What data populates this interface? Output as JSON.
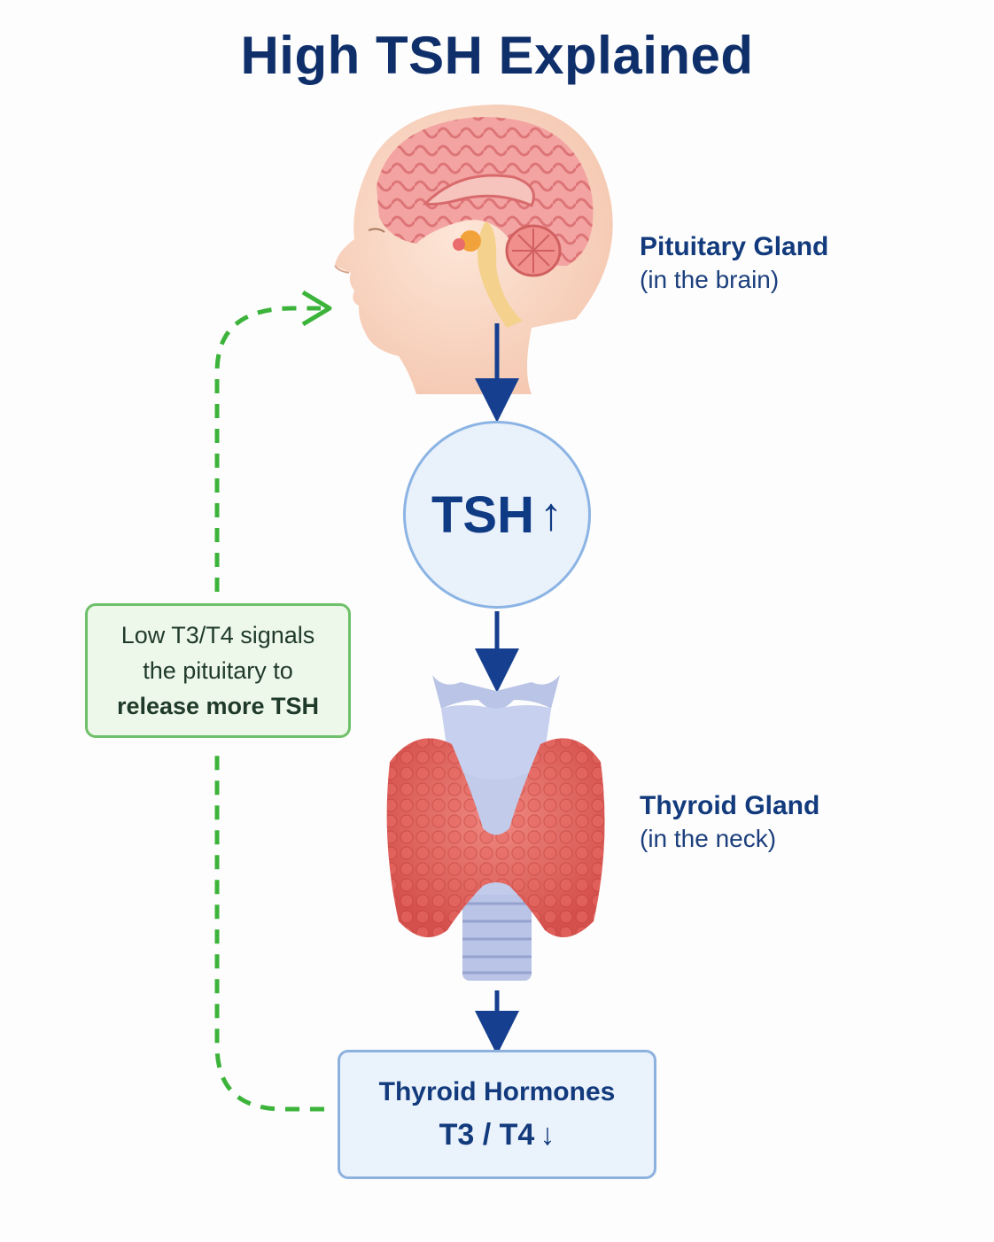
{
  "title": "High TSH Explained",
  "pituitary": {
    "label": "Pituitary Gland",
    "sublabel": "(in the brain)"
  },
  "tsh": {
    "label": "TSH",
    "trend_glyph": "↑"
  },
  "thyroid": {
    "label": "Thyroid Gland",
    "sublabel": "(in the neck)"
  },
  "hormones": {
    "title": "Thyroid Hormones",
    "value": "T3 / T4",
    "trend_glyph": "↓"
  },
  "feedback": {
    "line1": "Low T3/T4 signals",
    "line2": "the pituitary to",
    "line3": "release more TSH"
  },
  "colors": {
    "arrow_blue": "#163f8f",
    "feedback_green": "#3cb33a",
    "brain_pink": "#ef8e8e",
    "thyroid_red": "#e4625f",
    "cartilage_blue": "#b9c4e6"
  },
  "icons": {
    "head": "head-with-brain-illustration",
    "thyroid": "thyroid-gland-illustration"
  }
}
